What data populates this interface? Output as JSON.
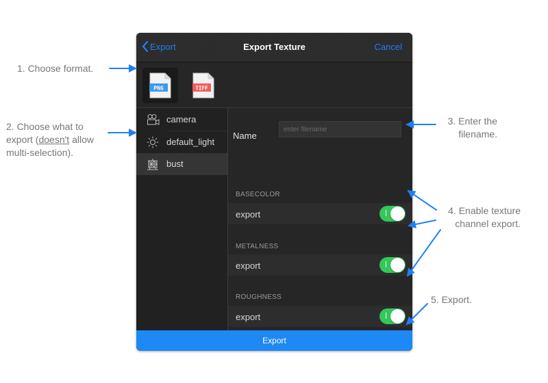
{
  "panel": {
    "nav": {
      "back_label": "Export",
      "title": "Export Texture",
      "cancel_label": "Cancel"
    },
    "formats": [
      {
        "label": "PNG",
        "selected": true
      },
      {
        "label": "TIFF",
        "selected": false
      }
    ],
    "sidebar": {
      "items": [
        {
          "label": "camera",
          "icon": "camera-icon",
          "selected": false
        },
        {
          "label": "default_light",
          "icon": "sun-icon",
          "selected": false
        },
        {
          "label": "bust",
          "icon": "mesh-icon",
          "selected": true
        }
      ]
    },
    "content": {
      "name_label": "Name",
      "name_placeholder": "enter filename",
      "name_value": "",
      "sections": [
        {
          "header": "BASECOLOR",
          "row_label": "export",
          "enabled": true
        },
        {
          "header": "METALNESS",
          "row_label": "export",
          "enabled": true
        },
        {
          "header": "ROUGHNESS",
          "row_label": "export",
          "enabled": true
        }
      ]
    },
    "bottom_button": "Export"
  },
  "annotations": {
    "step1": "1. Choose format.",
    "step2_a": "2. Choose what to",
    "step2_b": "export (",
    "step2_c": "doesn't",
    "step2_d": " allow",
    "step2_e": "multi-selection).",
    "step3_a": "3. Enter the",
    "step3_b": "filename.",
    "step4_a": "4. Enable texture",
    "step4_b": "channel export.",
    "step5": "5. Export."
  },
  "colors": {
    "accent": "#1e7ff5",
    "toggle_on": "#34c759",
    "export_bar": "#1e88f5",
    "annotation_text": "#777777",
    "annotation_arrow": "#1e7ff5"
  }
}
